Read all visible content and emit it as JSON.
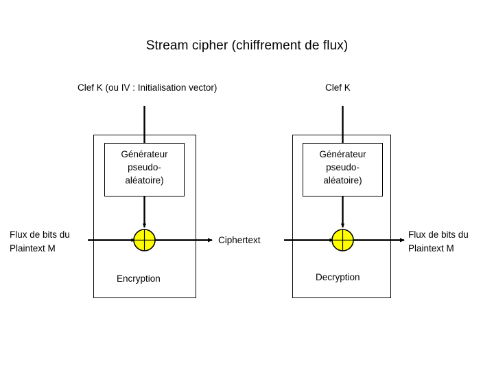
{
  "slide": {
    "title": "Stream cipher (chiffrement de flux)",
    "background": "#ffffff"
  },
  "colors": {
    "stroke": "#000000",
    "xor_fill": "#ffff00",
    "text": "#000000",
    "box_fill": "#ffffff"
  },
  "labels": {
    "key_left": "Clef K (ou IV : Initialisation vector)",
    "key_right": "Clef K",
    "plaintext_in_line1": "Flux de bits du",
    "plaintext_in_line2": "Plaintext M",
    "plaintext_out_line1": "Flux de bits du",
    "plaintext_out_line2": "Plaintext M",
    "ciphertext": "Ciphertext"
  },
  "encryption_section": {
    "caption": "Encryption",
    "generator_line1": "Générateur",
    "generator_line2": "pseudo-",
    "generator_line3": "aléatoire)",
    "xor_operator": "xor-gate"
  },
  "decryption_section": {
    "caption": "Decryption",
    "generator_line1": "Générateur",
    "generator_line2": "pseudo-",
    "generator_line3": "aléatoire)",
    "xor_operator": "xor-gate"
  }
}
